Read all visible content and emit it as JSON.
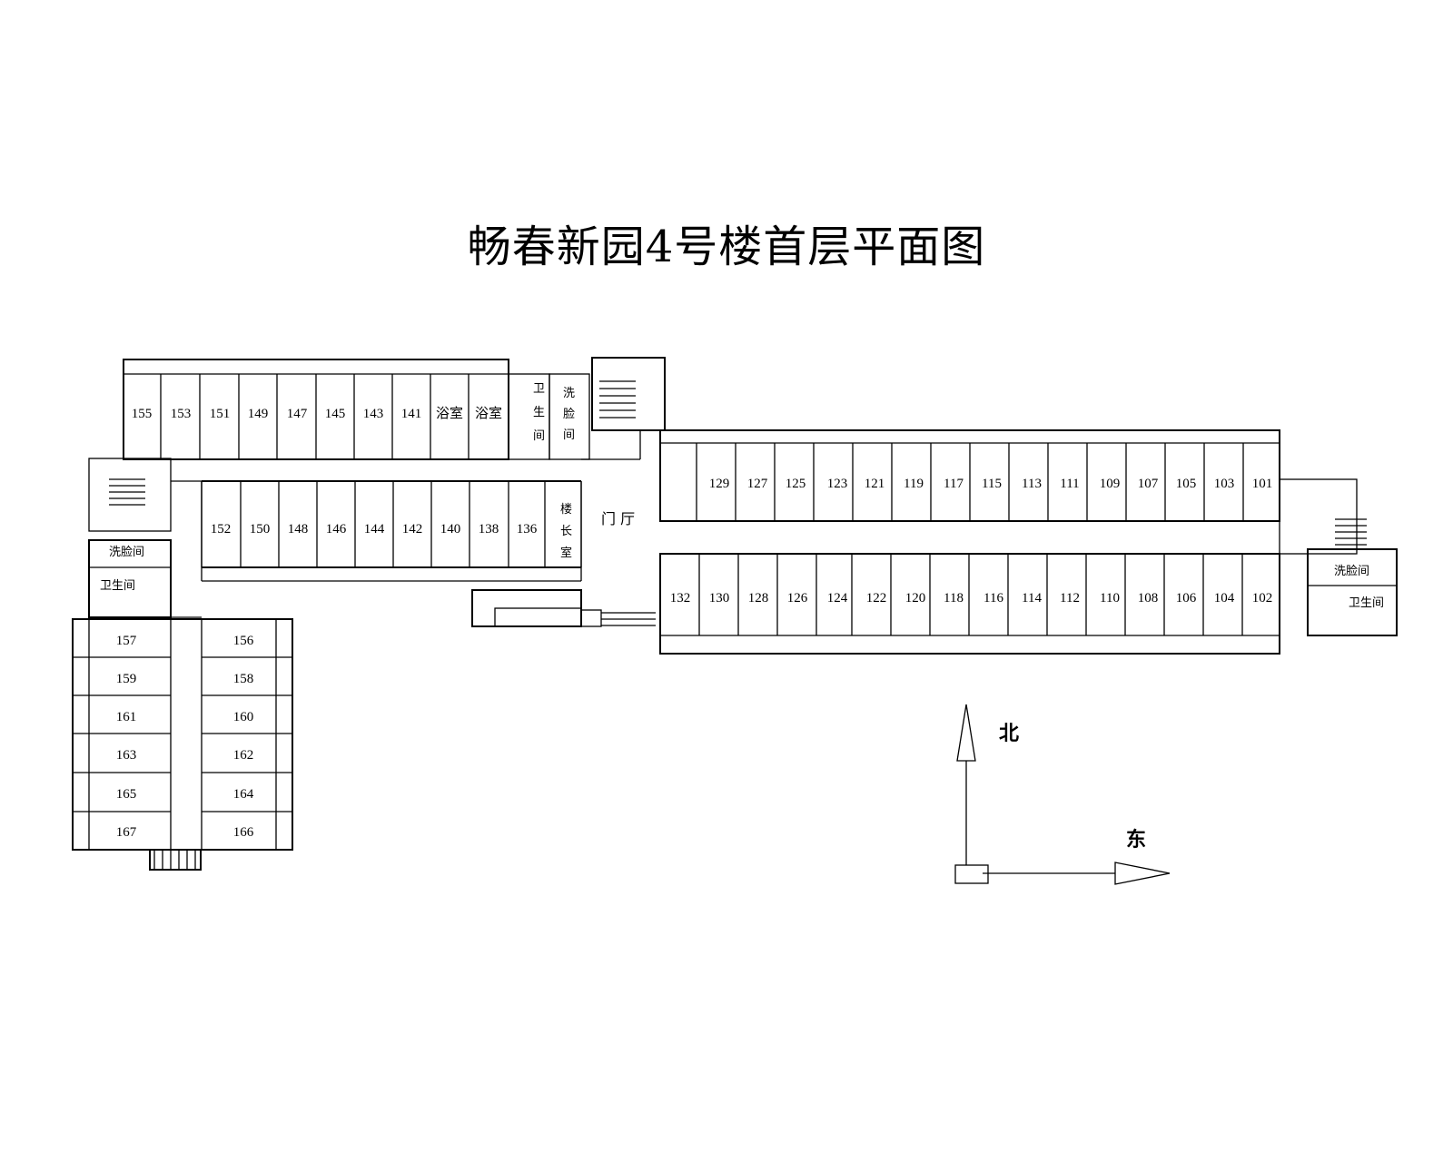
{
  "title": "畅春新园4号楼首层平面图",
  "compass": {
    "north": "北",
    "east": "东"
  },
  "wings": [
    {
      "name": "west-north-row",
      "labels": [
        "155",
        "153",
        "151",
        "149",
        "147",
        "145",
        "143",
        "141",
        "浴室",
        "浴室"
      ]
    },
    {
      "name": "west-south-row",
      "labels": [
        "152",
        "150",
        "148",
        "146",
        "144",
        "142",
        "140",
        "138",
        "136"
      ]
    },
    {
      "name": "east-north-row",
      "labels": [
        "129",
        "127",
        "125",
        "123",
        "121",
        "119",
        "117",
        "115",
        "113",
        "111",
        "109",
        "107",
        "105",
        "103",
        "101"
      ]
    },
    {
      "name": "east-south-row",
      "labels": [
        "132",
        "130",
        "128",
        "126",
        "124",
        "122",
        "120",
        "118",
        "116",
        "114",
        "112",
        "110",
        "108",
        "106",
        "104",
        "102"
      ]
    },
    {
      "name": "southwest-west-col",
      "labels": [
        "157",
        "159",
        "161",
        "163",
        "165",
        "167"
      ]
    },
    {
      "name": "southwest-east-col",
      "labels": [
        "156",
        "158",
        "160",
        "162",
        "164",
        "166"
      ]
    }
  ],
  "facilities": {
    "toilet_center": "卫生间",
    "washroom_center": "洗脸间",
    "manager_office": "楼长室",
    "lobby": "门 厅",
    "washroom_west": "洗脸间",
    "toilet_west": "卫生间",
    "washroom_east": "洗脸间",
    "toilet_east": "卫生间"
  }
}
